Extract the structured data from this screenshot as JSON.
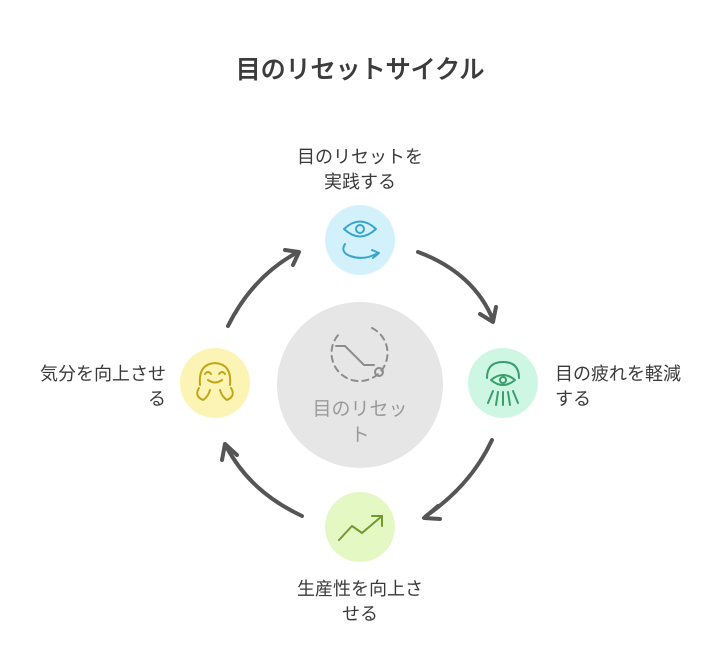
{
  "title": "目のリセットサイクル",
  "center": {
    "lines": [
      "目のリセッ",
      "ト"
    ],
    "icon": "timer-icon"
  },
  "steps": [
    {
      "lines": [
        "目のリセットを",
        "実践する"
      ],
      "icon": "eye-rotate-icon",
      "color": "#d3f1fb"
    },
    {
      "lines": [
        "目の疲れを軽減",
        "する"
      ],
      "icon": "eye-rays-icon",
      "color": "#cdf7e3"
    },
    {
      "lines": [
        "生産性を向上さ",
        "せる"
      ],
      "icon": "trending-up-icon",
      "color": "#e4f8c4"
    },
    {
      "lines": [
        "気分を向上させ",
        "る"
      ],
      "icon": "happy-face-icon",
      "color": "#fbf4b5"
    }
  ],
  "colors": {
    "center_fill": "#e6e6e6",
    "arrow": "#555555"
  }
}
